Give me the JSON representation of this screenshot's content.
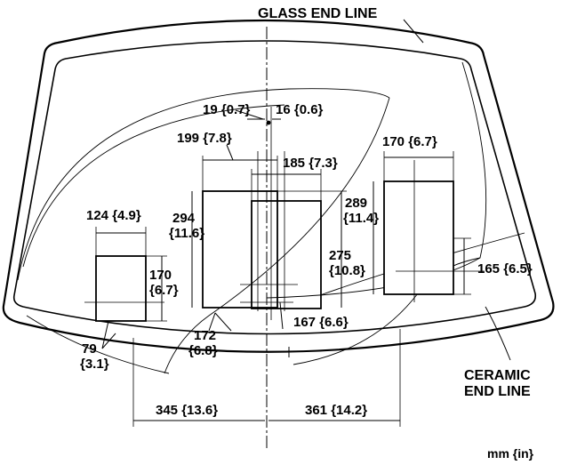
{
  "callouts": {
    "glass_end_line": "GLASS END LINE",
    "ceramic_end_line_1": "CERAMIC",
    "ceramic_end_line_2": "END LINE"
  },
  "units": "mm {in}",
  "dimensions": {
    "d19": "19 {0.7}",
    "d16": "16 {0.6}",
    "d199": "199 {7.8}",
    "d185": "185 {7.3}",
    "d170_top": "170 {6.7}",
    "d124": "124 {4.9}",
    "d294_a": "294",
    "d294_b": "{11.6}",
    "d289_a": "289",
    "d289_b": "{11.4}",
    "d275_a": "275",
    "d275_b": "{10.8}",
    "d170_a": "170",
    "d170_b": "{6.7}",
    "d165": "165 {6.5}",
    "d167": "167 {6.6}",
    "d172_a": "172",
    "d172_b": "{6.8}",
    "d79_a": "79",
    "d79_b": "{3.1}",
    "d345": "345 {13.6}",
    "d361": "361 {14.2}"
  }
}
